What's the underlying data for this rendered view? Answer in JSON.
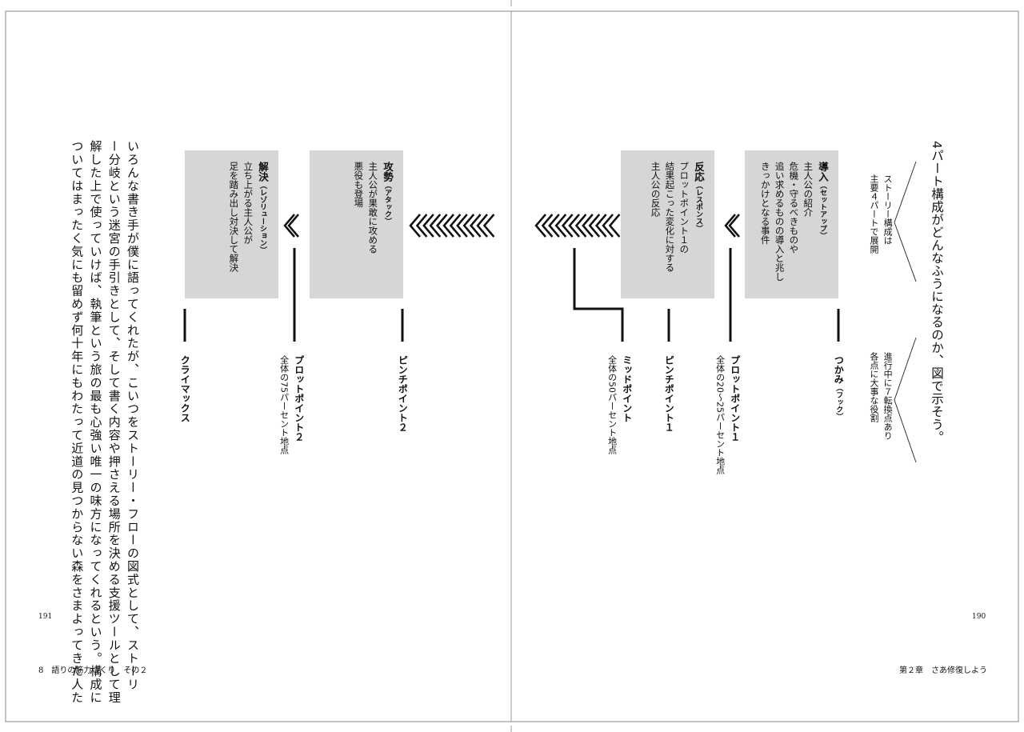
{
  "right_page": {
    "heading": "4パート構成がどんなふうになるのか、図で示そう。",
    "side_note_top": [
      "ストーリー構成は",
      "主要４パートで展開"
    ],
    "side_note_bottom": [
      "進行中に７転換点あり",
      "各点に大事な役割"
    ],
    "boxes": {
      "setup": {
        "title": "導入",
        "ruby": "（セットアップ）",
        "lines": [
          "主人公の紹介",
          "危機・守るべきものや",
          "追い求めるものの導入と兆し",
          "きっかけとなる事件"
        ]
      },
      "response": {
        "title": "反応",
        "ruby": "（レスポンス）",
        "lines": [
          "プロットポイント１の",
          "結果起こった変化に対する",
          "主人公の反応"
        ]
      }
    },
    "points": {
      "hook": {
        "title": "つかみ",
        "ruby": "（フック）"
      },
      "pp1": {
        "title": "プロットポイント１",
        "sub": "全体の20～25パーセント地点"
      },
      "pinch1": {
        "title": "ピンチポイント１"
      },
      "mid": {
        "title": "ミッドポイント",
        "sub": "全体の50パーセント地点"
      }
    },
    "page_number": "190",
    "footer": "第２章　さあ修復しよう"
  },
  "left_page": {
    "boxes": {
      "attack": {
        "title": "攻勢",
        "ruby": "（アタック）",
        "lines": [
          "主人公が果敢に攻める",
          "悪役も登場"
        ]
      },
      "resolution": {
        "title": "解決",
        "ruby": "（レゾリューション）",
        "lines": [
          "立ち上がる主人公が",
          "足を踏み出し対決して解決"
        ]
      }
    },
    "points": {
      "pinch2": {
        "title": "ピンチポイント２"
      },
      "pp2": {
        "title": "プロットポイント２",
        "sub": "全体の75パーセント地点"
      },
      "climax": {
        "title": "クライマックス"
      }
    },
    "body_columns": [
      "いろんな書き手が僕に語ってくれたが、こいつをストーリー・フローの図式として、ストーリ",
      "ー分岐という迷宮の手引きとして、そして書く内容や押さえる場所を決める支援ツールとして理",
      "解した上で使っていけば、執筆という旅の最も心強い唯一の味方になってくれるという。構成に",
      "ついてはまったく気にも留めず何十年にもわたって近道の見つからない森をさまよってきた人た"
    ],
    "page_number": "191",
    "footer": "8　語りの筋力づくり　その２"
  },
  "colors": {
    "box_fill": "#d6d6d6",
    "ink": "#111111",
    "rule": "#888888"
  }
}
